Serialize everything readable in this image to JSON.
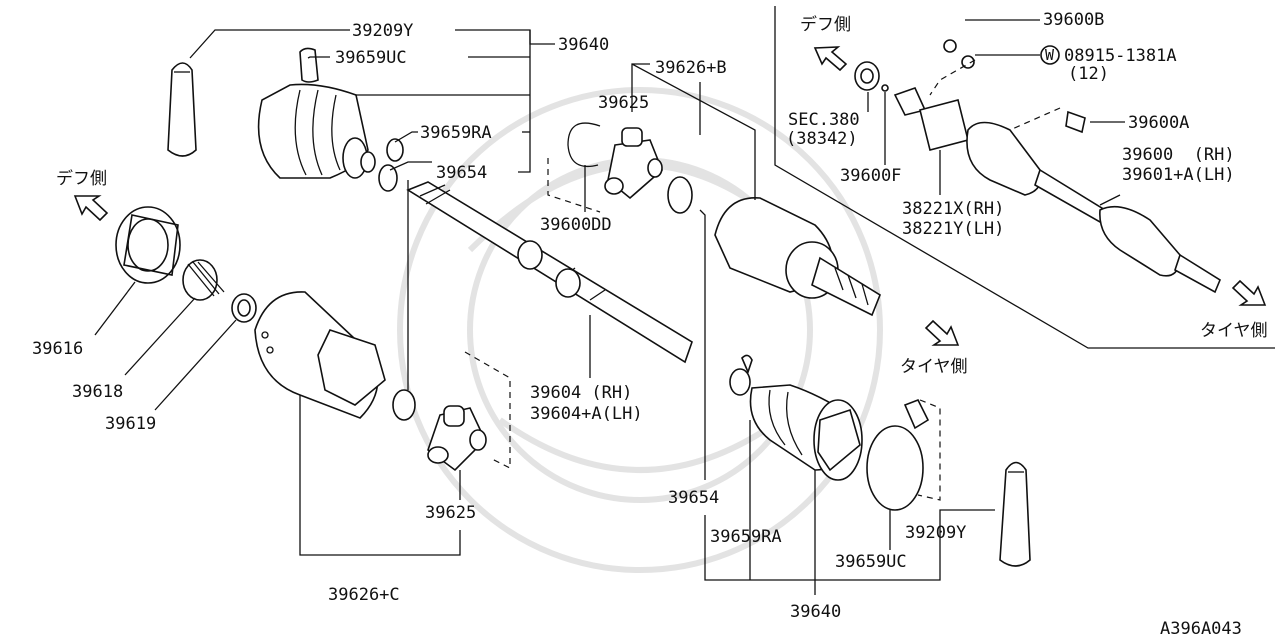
{
  "drawing_code": "A396A043",
  "side_notes": {
    "diff_side": "デフ側",
    "tire_side": "タイヤ側"
  },
  "parts": {
    "p39209Y": "39209Y",
    "p39659UC": "39659UC",
    "p39640": "39640",
    "p39659RA": "39659RA",
    "p39654": "39654",
    "p39626B": "39626+B",
    "p39625": "39625",
    "p39600DD": "39600DD",
    "p39616": "39616",
    "p39618": "39618",
    "p39619": "39619",
    "p39604RH": "39604 (RH)",
    "p39604LH": "39604+A(LH)",
    "p39626C": "39626+C",
    "p39600B": "39600B",
    "p08915": "08915-1381A",
    "p08915qty": "(12)",
    "washer_symbol": "W",
    "sec380": "SEC.380",
    "sec380sub": "(38342)",
    "p39600F": "39600F",
    "p39600A": "39600A",
    "p39600RH": "39600  (RH)",
    "p39601LH": "39601+A(LH)",
    "p38221X": "38221X(RH)",
    "p38221Y": "38221Y(LH)"
  }
}
